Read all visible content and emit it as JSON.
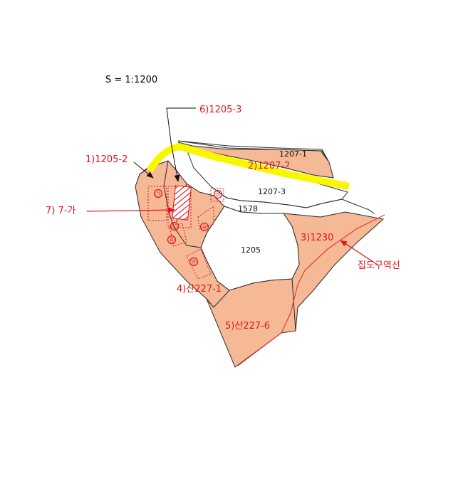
{
  "scale_label": "S = 1:1200",
  "colors": {
    "parcel_fill": "#f6b996",
    "parcel_stroke": "#2a2a2a",
    "highlight": "#f7f700",
    "annotation_red": "#e0141e",
    "boundary_line": "#e53a3a"
  },
  "labels": {
    "p1205_2": "1)1205-2",
    "p1207_2": "2)1207-2",
    "p1230": "3)1230",
    "p227_1": "4)산227-1",
    "p227_6": "5)산227-6",
    "p1205_3": "6)1205-3",
    "p7ga": "7) 7-가",
    "district_line": "집도구역선"
  },
  "parcel_numbers": {
    "p1207_1": "1207-1",
    "p1207_3": "1207-3",
    "p1578": "1578",
    "p1205": "1205"
  },
  "circle_marks": [
    "㉠",
    "㉡",
    "㉢",
    "㉣",
    "㉤",
    "㉥"
  ]
}
